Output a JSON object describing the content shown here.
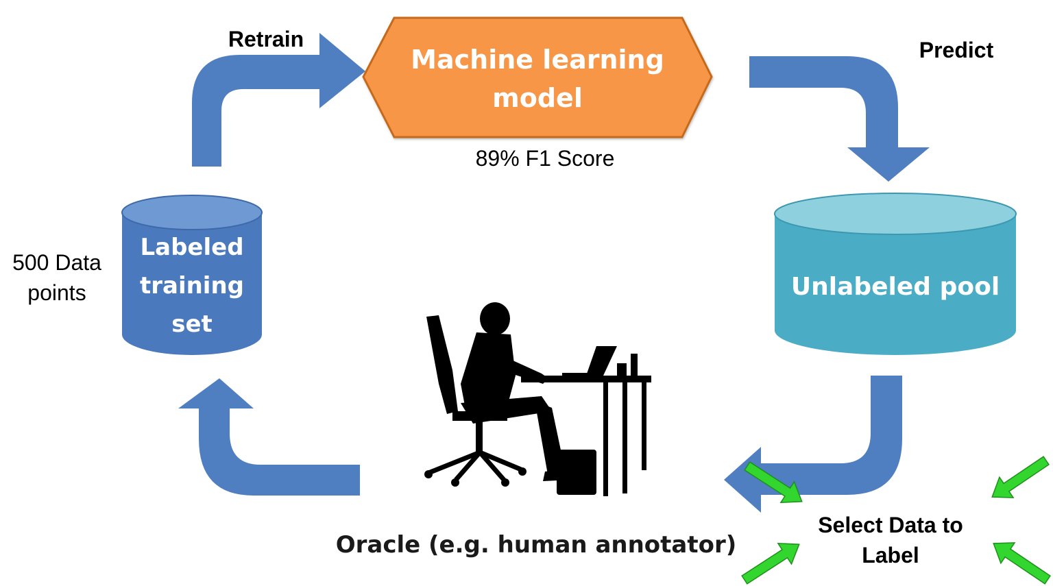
{
  "colors": {
    "flow_arrow": "#4F7FC0",
    "model_fill": "#F79646",
    "model_stroke": "#C46A1F",
    "labeled_db": "#4A79BD",
    "labeled_db_top": "#6F99D2",
    "unlabeled_db": "#4BACC6",
    "unlabeled_db_top": "#8FD0DF",
    "highlight_arrow": "#33D62F",
    "silhouette": "#000000"
  },
  "labels": {
    "retrain": "Retrain",
    "predict": "Predict",
    "model_line1": "Machine learning",
    "model_line2": "model",
    "f1_score": "89% F1 Score",
    "data_count_line1": "500 Data",
    "data_count_line2": "points",
    "labeled_line1": "Labeled",
    "labeled_line2": "training",
    "labeled_line3": "set",
    "unlabeled": "Unlabeled pool",
    "oracle": "Oracle (e.g. human annotator)",
    "select_line1": "Select Data to",
    "select_line2": "Label"
  },
  "icons": {
    "annotator": "person-at-desk-silhouette",
    "highlight": "green-pointer-arrow"
  }
}
